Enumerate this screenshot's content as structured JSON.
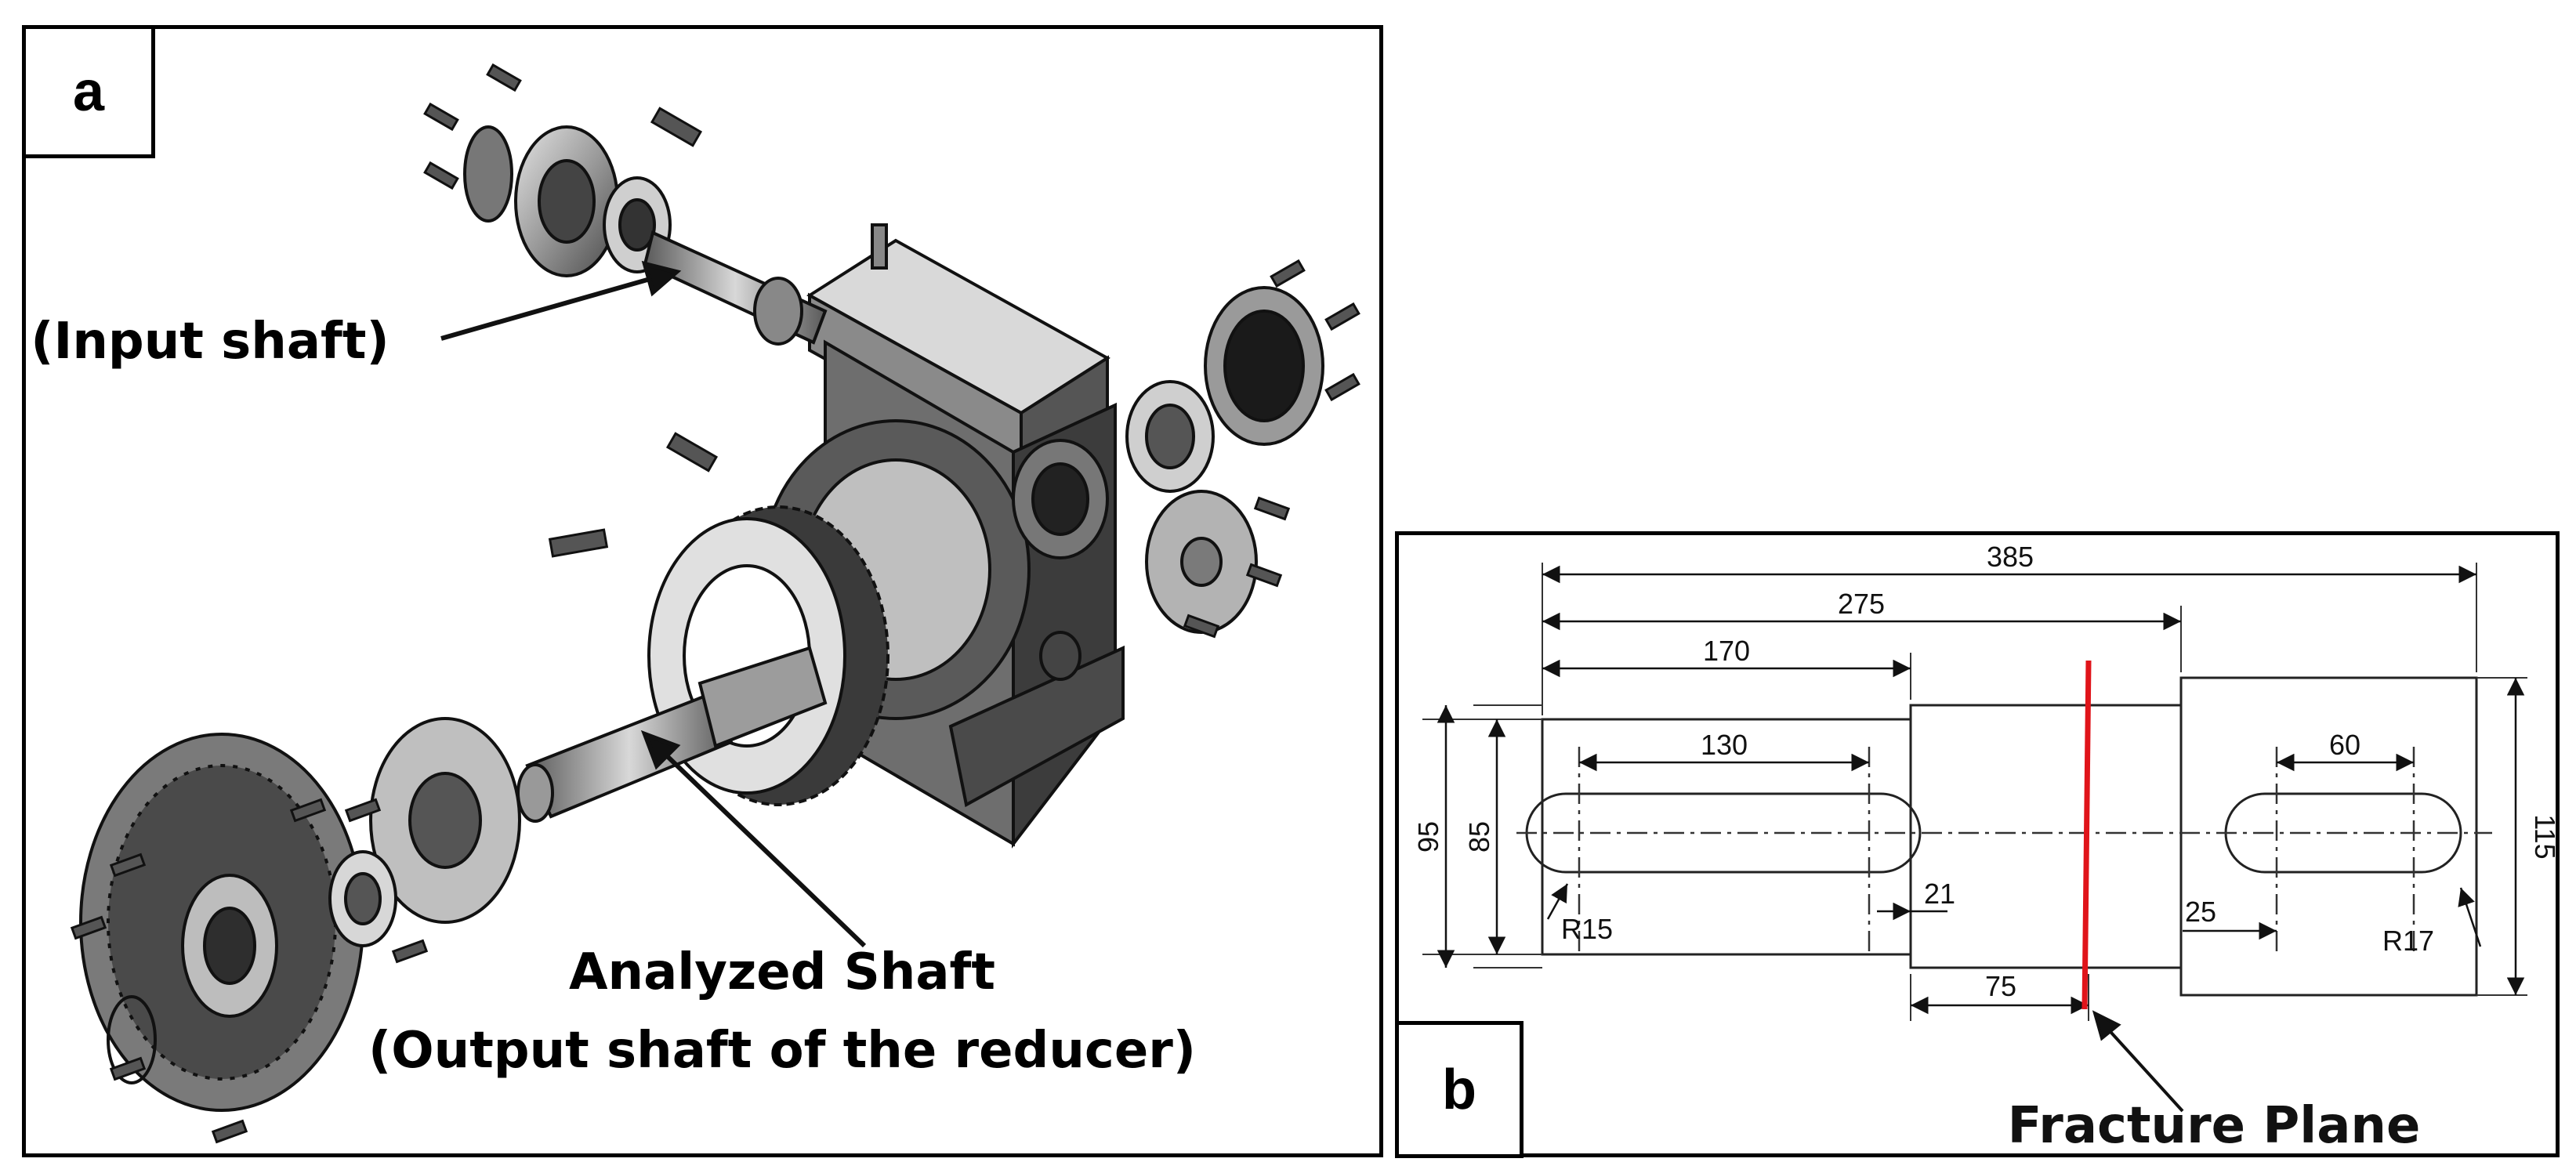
{
  "panel_a": {
    "tag": "a",
    "input_shaft_label": "(Input shaft)",
    "analyzed_shaft_label": "Analyzed Shaft",
    "output_shaft_label": "(Output shaft of the reducer)"
  },
  "panel_b": {
    "tag": "b",
    "dims": {
      "d385": "385",
      "d275": "275",
      "d170": "170",
      "d130": "130",
      "d60": "60",
      "d95": "95",
      "d85": "85",
      "d115": "115",
      "d21": "21",
      "d25": "25",
      "d75": "75",
      "r15": "R15",
      "r17": "R17"
    },
    "fracture_label": "Fracture Plane",
    "fracture_color": "#e0141a"
  }
}
